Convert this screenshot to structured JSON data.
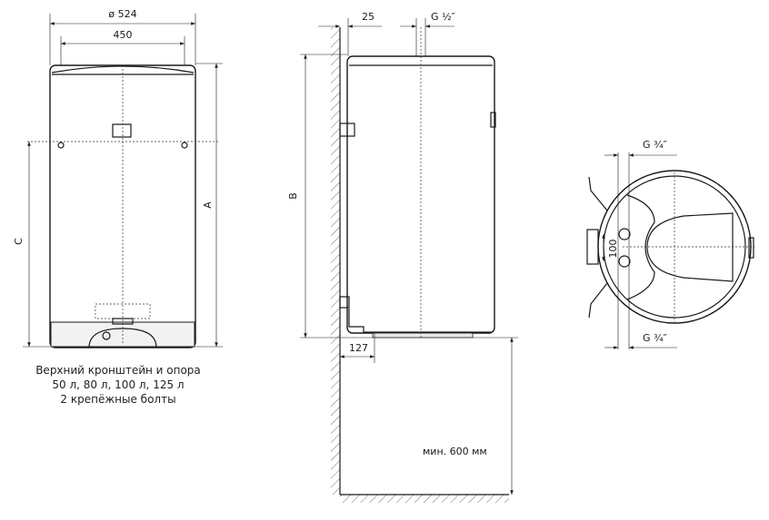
{
  "front_view": {
    "dim_outer_diameter": "ø 524",
    "dim_bracket_width": "450",
    "dim_height_label": "A",
    "dim_bracket_height_label": "C",
    "caption": [
      "Верхний кронштейн и опора",
      "50 л, 80 л, 100 л, 125 л",
      "2 крепёжные болты"
    ]
  },
  "side_view": {
    "dim_wall_offset": "25",
    "dim_outlet_thread": "G ½″",
    "dim_height_label": "B",
    "dim_bottom_offset": "127",
    "dim_floor_clearance": "мин. 600 мм"
  },
  "top_view": {
    "dim_upper_pipe": "G ¾″",
    "dim_pipe_spacing": "100",
    "dim_lower_pipe": "G ¾″"
  }
}
